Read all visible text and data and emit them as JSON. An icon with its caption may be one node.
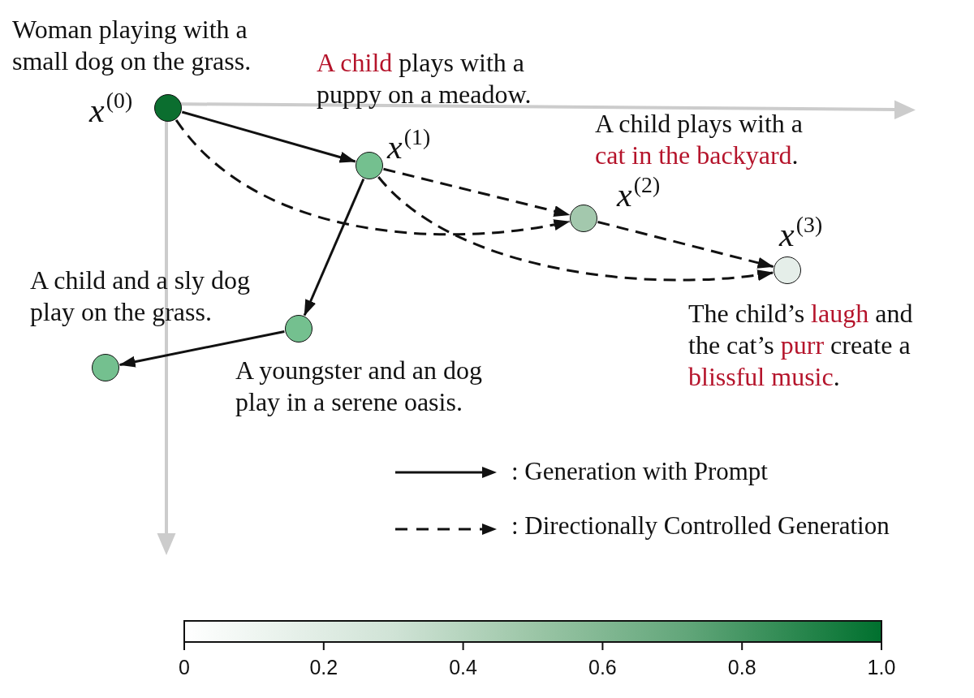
{
  "diagram": {
    "nodes": [
      {
        "text": [],
        "shape": "circle",
        "beside": [
          "*x*$^{(0)}$",
          "Woman playing with a small dog on the grass."
        ]
      },
      {
        "text": [],
        "shape": "circle",
        "beside": [
          "*x*$^{(1)}$",
          "**A child** plays with a puppy on a meadow."
        ]
      },
      {
        "text": [],
        "shape": "circle",
        "beside": [
          "*x*$^{(2)}$",
          "A child plays with a **cat in the backyard**."
        ]
      },
      {
        "text": [],
        "shape": "circle",
        "beside": [
          "*x*$^{(3)}$",
          "The child’s **laugh** and the cat’s **purr** create a **blissful music**."
        ]
      },
      {
        "text": [],
        "shape": "circle",
        "beside": [
          "A youngster and an dog play in a serene oasis."
        ]
      },
      {
        "text": [],
        "shape": "circle",
        "beside": [
          "A child and a sly dog play on the grass."
        ]
      }
    ],
    "edges": [
      {
        "from": 0,
        "to": 1,
        "arrow": "to"
      },
      {
        "from": 1,
        "to": 4,
        "arrow": "to"
      },
      {
        "from": 4,
        "to": 5,
        "arrow": "to"
      },
      {
        "from": 0,
        "to": 2,
        "arrow": "to",
        "style": "dashed"
      },
      {
        "from": 1,
        "to": 2,
        "arrow": "to",
        "style": "dashed"
      },
      {
        "from": 1,
        "to": 3,
        "arrow": "to",
        "style": "dashed"
      },
      {
        "from": 2,
        "to": 3,
        "arrow": "to",
        "style": "dashed"
      }
    ],
    "labels": [
      "0",
      "0.2",
      "0.4",
      "0.6",
      "0.8",
      "1.0"
    ],
    "legend": [
      {
        "text": ": Generation with Prompt"
      },
      {
        "text": ": Directionally Controlled Generation"
      }
    ]
  }
}
